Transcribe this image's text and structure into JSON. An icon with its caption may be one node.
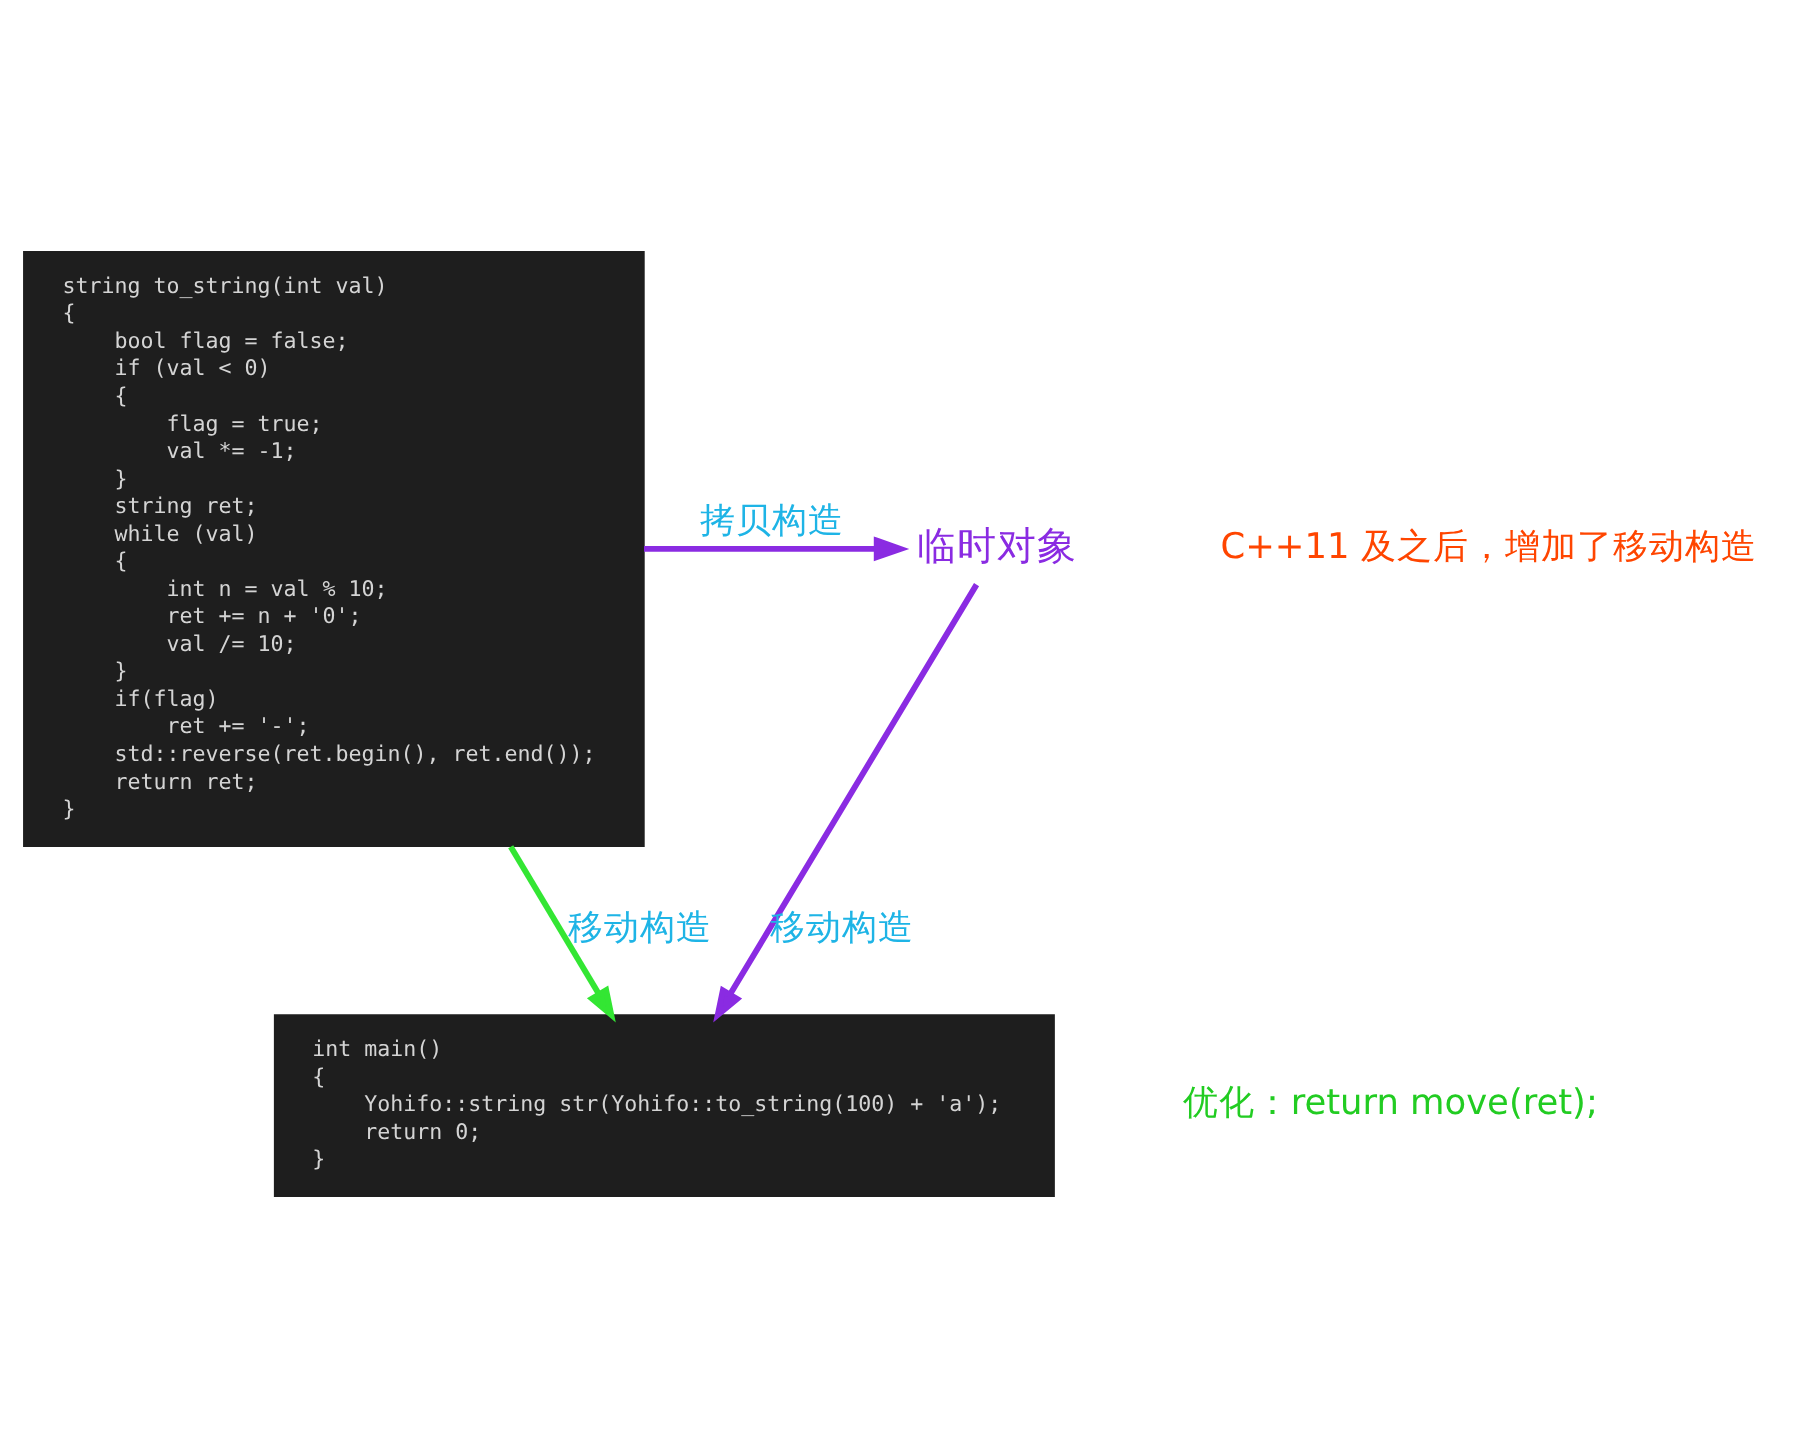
{
  "diagram": {
    "nodes": [
      {
        "text": [
          "string to_string(int val)",
          "{",
          "bool flag = false;",
          "if (val < 0)",
          "{",
          "flag = true;",
          "val *= -1;",
          "}",
          "string ret;",
          "while (val)",
          "{",
          "int n = val % 10;",
          "ret += n + '0';",
          "val /= 10;",
          "}",
          "if(flag)",
          "ret += '-';",
          "std::reverse(ret.begin(), ret.end());",
          "return ret;",
          "}"
        ]
      },
      {
        "text": [
          "临时对象"
        ]
      },
      {
        "text": [
          "int main()",
          "{",
          "Yohifo::string str(Yohifo::to_string(100) + 'a');",
          "return 0;",
          "}"
        ]
      }
    ],
    "edges": [
      {
        "from": 0,
        "to": 1,
        "arrow": "to",
        "label": "拷贝构造",
        "color": "#8a2be2"
      },
      {
        "from": 1,
        "to": 2,
        "arrow": "to",
        "label": "移动构造",
        "color": "#8a2be2"
      },
      {
        "from": 0,
        "to": 2,
        "arrow": "to",
        "label": "移动构造",
        "color": "#33e633"
      }
    ],
    "labels": [
      "C++11 及之后，增加了移动构造",
      "优化：return move(ret);"
    ]
  }
}
